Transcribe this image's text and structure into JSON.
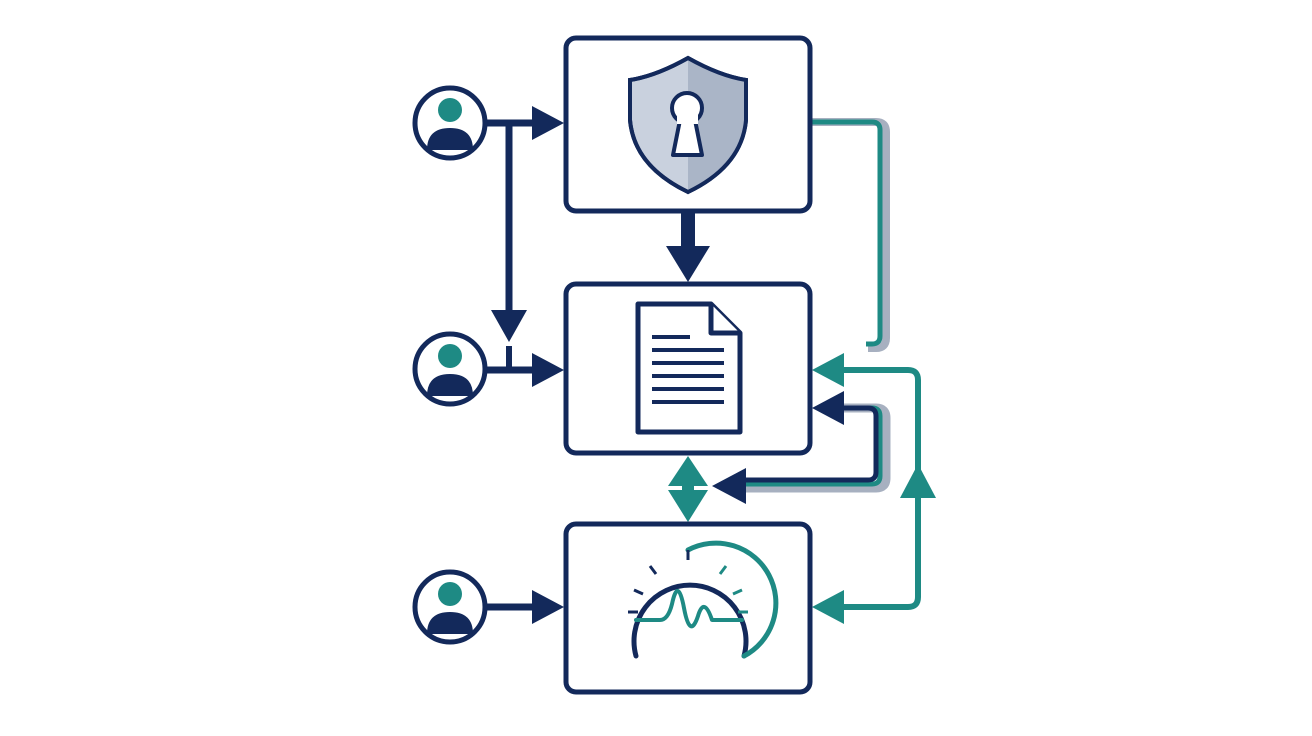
{
  "colors": {
    "background": "#ffffff",
    "navy": "#13295b",
    "teal": "#1e8a84",
    "shield_fill": "#c9d1de",
    "shield_fill_dark": "#aab5c7",
    "steel": "#a7b0c0",
    "avatar_head": "#1e8a84",
    "avatar_body": "#13295b"
  },
  "nodes": [
    {
      "id": "security",
      "icon": "shield-keyhole-icon"
    },
    {
      "id": "document",
      "icon": "document-icon"
    },
    {
      "id": "monitor",
      "icon": "gauge-waveform-icon"
    }
  ],
  "actors": [
    {
      "id": "user-1",
      "icon": "user-avatar-icon",
      "targets": [
        "security",
        "document"
      ]
    },
    {
      "id": "user-2",
      "icon": "user-avatar-icon",
      "targets": [
        "document"
      ]
    },
    {
      "id": "user-3",
      "icon": "user-avatar-icon",
      "targets": [
        "monitor"
      ]
    }
  ],
  "connections": [
    {
      "from": "user-1",
      "to": "security",
      "color": "navy"
    },
    {
      "from": "user-1",
      "to": "document",
      "color": "navy"
    },
    {
      "from": "user-2",
      "to": "document",
      "color": "navy"
    },
    {
      "from": "user-3",
      "to": "monitor",
      "color": "navy"
    },
    {
      "from": "security",
      "to": "document",
      "color": "navy"
    },
    {
      "from": "document",
      "to": "monitor",
      "color": "teal",
      "bidirectional": true
    },
    {
      "from": "security",
      "to": "document",
      "color": "teal",
      "route": "right-outer"
    },
    {
      "from": "monitor",
      "to": "document",
      "color": "teal",
      "route": "right-loop"
    },
    {
      "from": "monitor",
      "to": "document",
      "color": "navy",
      "route": "right-inner-loop"
    }
  ]
}
